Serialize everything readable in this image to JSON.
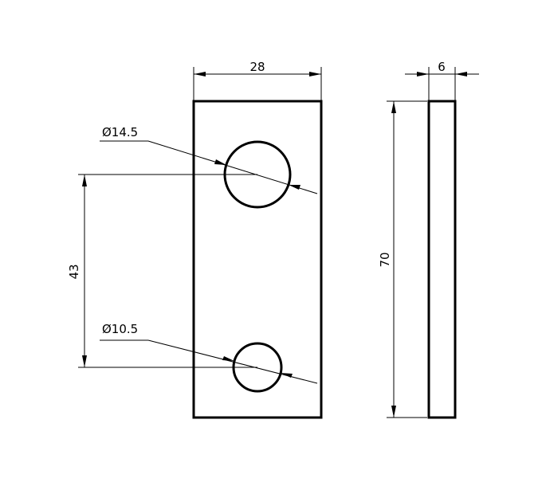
{
  "dimensions": {
    "width": "28",
    "thickness": "6",
    "height": "70",
    "hole_spacing": "43",
    "large_hole": "Ø14.5",
    "small_hole": "Ø10.5"
  }
}
